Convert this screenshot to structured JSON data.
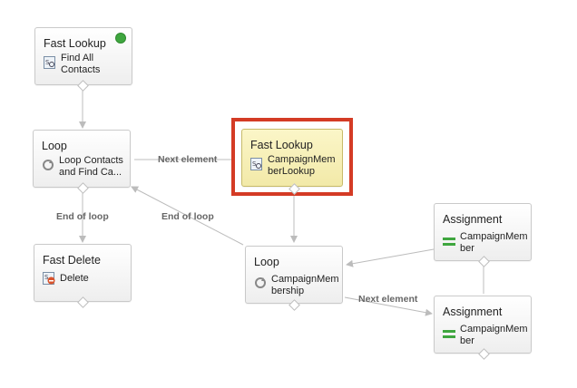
{
  "nodes": {
    "fast_lookup_contacts": {
      "type": "Fast Lookup",
      "label": "Find All Contacts"
    },
    "loop_contacts": {
      "type": "Loop",
      "label": "Loop Contacts and Find Ca..."
    },
    "fast_lookup_campaign": {
      "type": "Fast Lookup",
      "label": "CampaignMem berLookup"
    },
    "fast_delete": {
      "type": "Fast Delete",
      "label": "Delete"
    },
    "loop_campaign": {
      "type": "Loop",
      "label": "CampaignMem bership"
    },
    "assignment_top": {
      "type": "Assignment",
      "label": "CampaignMem ber"
    },
    "assignment_bottom": {
      "type": "Assignment",
      "label": "CampaignMem ber"
    }
  },
  "connectors": {
    "next_element_1": "Next element",
    "end_of_loop_1": "End of loop",
    "end_of_loop_2": "End of loop",
    "next_element_2": "Next element"
  },
  "icons": {
    "lookup": "lookup-icon",
    "loop": "loop-icon",
    "delete": "delete-icon",
    "assignment": "assignment-icon",
    "start": "start-icon"
  },
  "colors": {
    "selected_border": "#d43b25",
    "selected_fill": "#fbf6c8",
    "start_badge": "#3fa63f",
    "connector": "#bcbcbc",
    "assignment_icon": "#3fa63f",
    "delete_icon": "#d9532c"
  }
}
